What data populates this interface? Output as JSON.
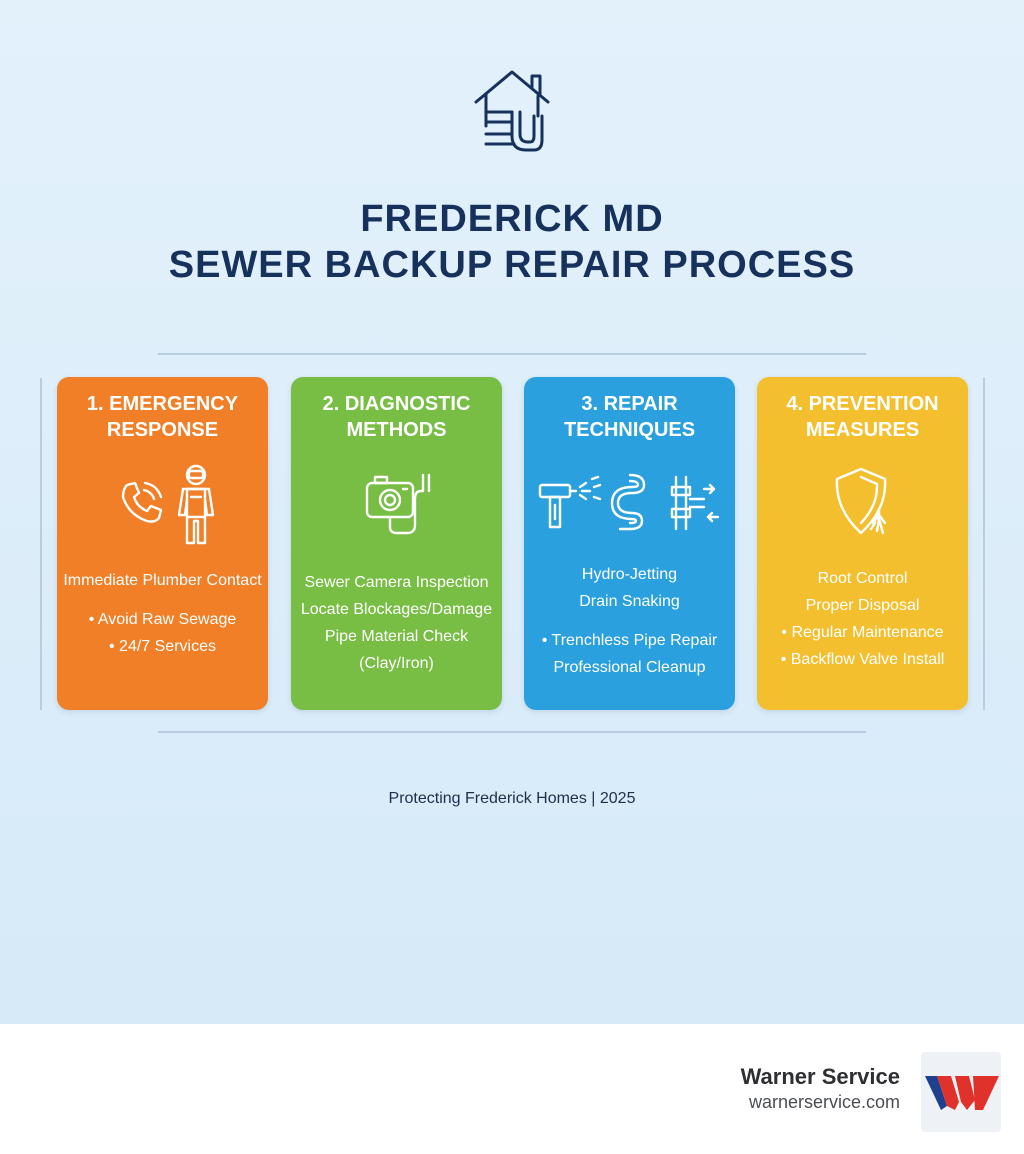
{
  "header": {
    "icon": "house-drain-icon",
    "title_line1": "FREDERICK MD",
    "title_line2": "SEWER BACKUP REPAIR PROCESS"
  },
  "steps": [
    {
      "title_line1": "1. EMERGENCY",
      "title_line2": "RESPONSE",
      "color": "#f07f27",
      "icons": [
        "phone-ringing-icon",
        "hazmat-worker-icon"
      ],
      "lines": [
        "Immediate Plumber Contact",
        "",
        "• Avoid Raw Sewage",
        "• 24/7 Services"
      ]
    },
    {
      "title_line1": "2. DIAGNOSTIC",
      "title_line2": "METHODS",
      "color": "#78bd44",
      "icons": [
        "sewer-camera-icon"
      ],
      "lines": [
        "Sewer Camera Inspection",
        "Locate Blockages/Damage",
        "Pipe Material Check",
        "(Clay/Iron)"
      ]
    },
    {
      "title_line1": "3. REPAIR",
      "title_line2": "TECHNIQUES",
      "color": "#2aa0de",
      "icons": [
        "hydro-jet-icon",
        "drain-snake-icon",
        "pipe-repair-icon"
      ],
      "lines": [
        "Hydro-Jetting",
        "Drain Snaking",
        "",
        "• Trenchless Pipe Repair",
        "Professional Cleanup"
      ]
    },
    {
      "title_line1": "4. PREVENTION",
      "title_line2": "MEASURES",
      "color": "#f4bf2e",
      "icons": [
        "shield-root-icon"
      ],
      "lines": [
        "Root Control",
        "Proper Disposal",
        "• Regular Maintenance",
        "• Backflow Valve Install"
      ]
    }
  ],
  "footer": {
    "tagline": "Protecting Frederick Homes | 2025"
  },
  "brand": {
    "name": "Warner Service",
    "url": "warnerservice.com",
    "logo": "warner-w-logo",
    "logo_colors": [
      "#e0322a",
      "#1f3f8f"
    ]
  }
}
